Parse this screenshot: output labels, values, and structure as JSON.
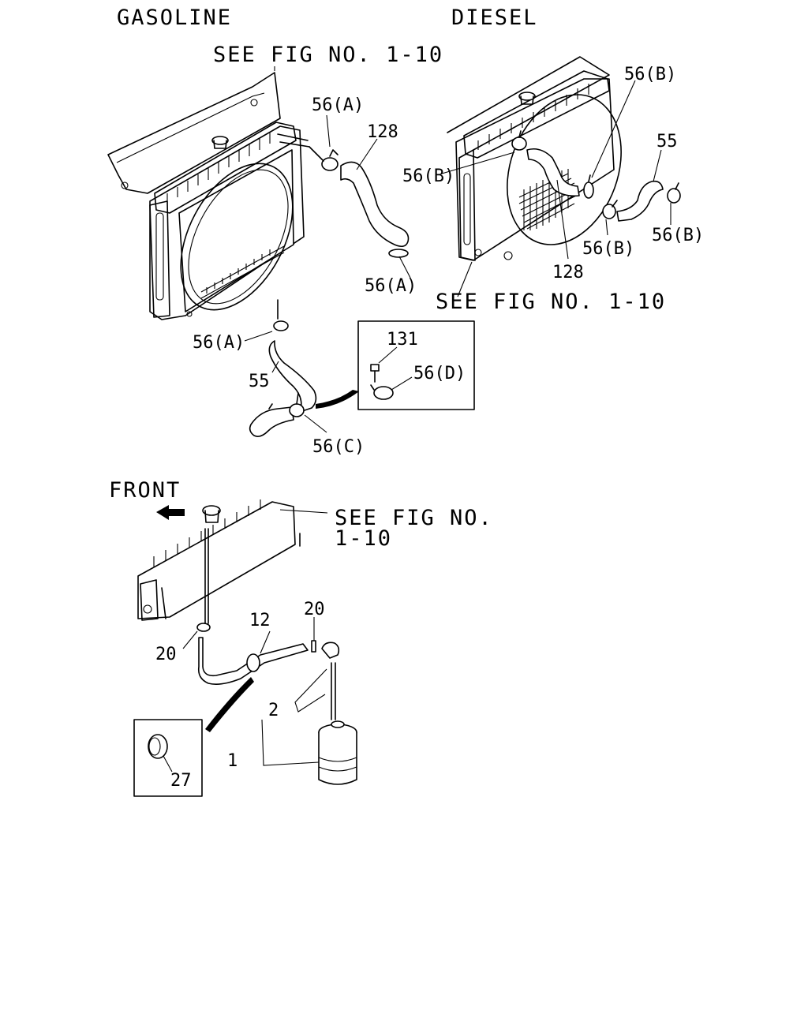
{
  "sections": {
    "gasoline": "GASOLINE",
    "diesel": "DIESEL"
  },
  "refs": {
    "gas_top": "SEE FIG NO. 1-10",
    "diesel_bottom": "SEE FIG NO. 1-10",
    "lower_line1": "SEE FIG NO.",
    "lower_line2": "1-10"
  },
  "front_label": "FRONT",
  "callouts": {
    "g_56a_top": "56(A)",
    "g_128": "128",
    "g_56a_right": "56(A)",
    "g_56a_left": "56(A)",
    "g_55": "55",
    "g_56c": "56(C)",
    "inset_131": "131",
    "inset_56d": "56(D)",
    "d_56b_top": "56(B)",
    "d_56b_left": "56(B)",
    "d_55": "55",
    "d_56b_mid": "56(B)",
    "d_56b_right": "56(B)",
    "d_128": "128",
    "r_12": "12",
    "r_20_right": "20",
    "r_20_left": "20",
    "r_2": "2",
    "r_1": "1",
    "inset_27": "27"
  }
}
